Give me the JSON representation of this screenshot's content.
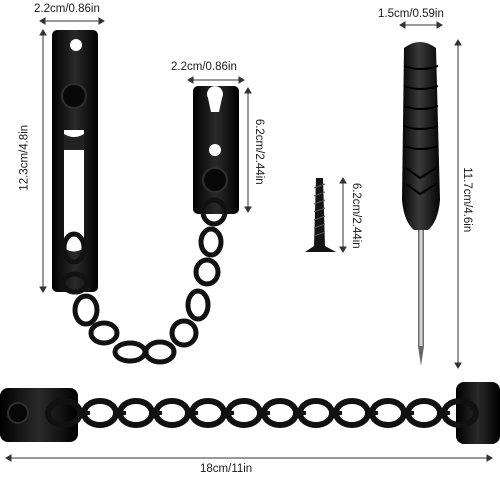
{
  "dimensions": {
    "chain_plate_width": "2.2cm/0.86in",
    "chain_plate_height": "12.3cm/4.8in",
    "door_plate_width": "2.2cm/0.86in",
    "door_plate_height": "6.2cm/2.44in",
    "screw_length": "6.2cm/2.44in",
    "screwdriver_width": "1.5cm/0.59in",
    "screwdriver_length": "11.7cm/4.6in",
    "chain_length": "18cm/11in"
  },
  "colors": {
    "product": "#141414",
    "dimension_line": "#333333",
    "background": "#ffffff"
  }
}
